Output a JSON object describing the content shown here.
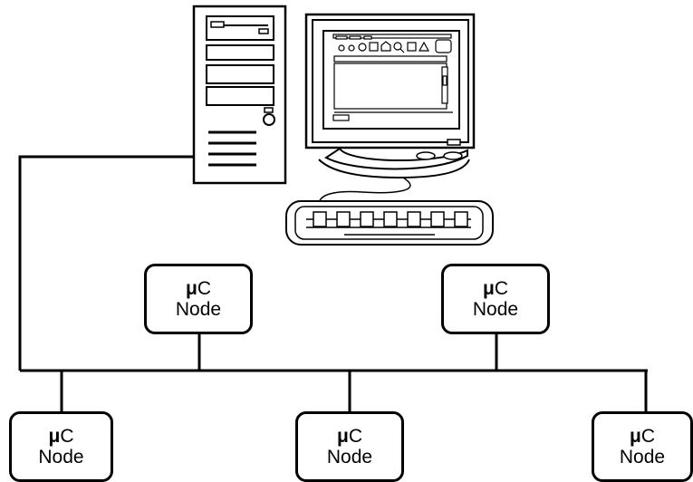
{
  "diagram": {
    "type": "network-topology",
    "host": {
      "parts": [
        "tower-pc",
        "monitor",
        "keyboard"
      ]
    },
    "nodes": [
      {
        "id": "node-1",
        "line1_symbol": "μ",
        "line1_rest": "C",
        "line2": "Node"
      },
      {
        "id": "node-2",
        "line1_symbol": "μ",
        "line1_rest": "C",
        "line2": "Node"
      },
      {
        "id": "node-3",
        "line1_symbol": "μ",
        "line1_rest": "C",
        "line2": "Node"
      },
      {
        "id": "node-4",
        "line1_symbol": "μ",
        "line1_rest": "C",
        "line2": "Node"
      },
      {
        "id": "node-5",
        "line1_symbol": "μ",
        "line1_rest": "C",
        "line2": "Node"
      }
    ],
    "line_color": "#000000"
  }
}
